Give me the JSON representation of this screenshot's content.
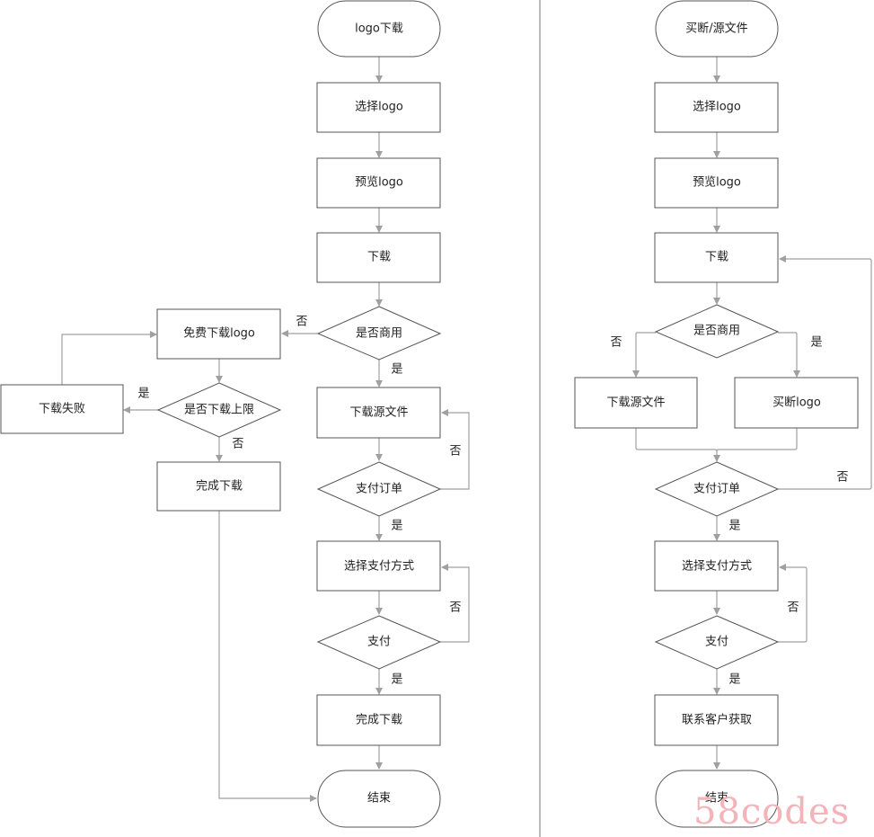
{
  "left_flow": {
    "start": "logo下载",
    "select_logo": "选择logo",
    "preview_logo": "预览logo",
    "download": "下载",
    "is_commercial": "是否商用",
    "free_download": "免费下载logo",
    "limit_check": "是否下载上限",
    "download_failed": "下载失败",
    "complete_free": "完成下载",
    "download_source": "下载源文件",
    "pay_order": "支付订单",
    "select_payment": "选择支付方式",
    "pay": "支付",
    "complete_download": "完成下载",
    "end": "结束"
  },
  "right_flow": {
    "start": "买断/源文件",
    "select_logo": "选择logo",
    "preview_logo": "预览logo",
    "download": "下载",
    "is_commercial": "是否商用",
    "download_source": "下载源文件",
    "buyout_logo": "买断logo",
    "pay_order": "支付订单",
    "select_payment": "选择支付方式",
    "pay": "支付",
    "contact": "联系客户获取",
    "end": "结束"
  },
  "labels": {
    "yes": "是",
    "no": "否"
  },
  "watermark": "58codes",
  "colors": {
    "node_border": "#555555",
    "edge": "#a0a0a0",
    "watermark": "#f3b3b8"
  }
}
